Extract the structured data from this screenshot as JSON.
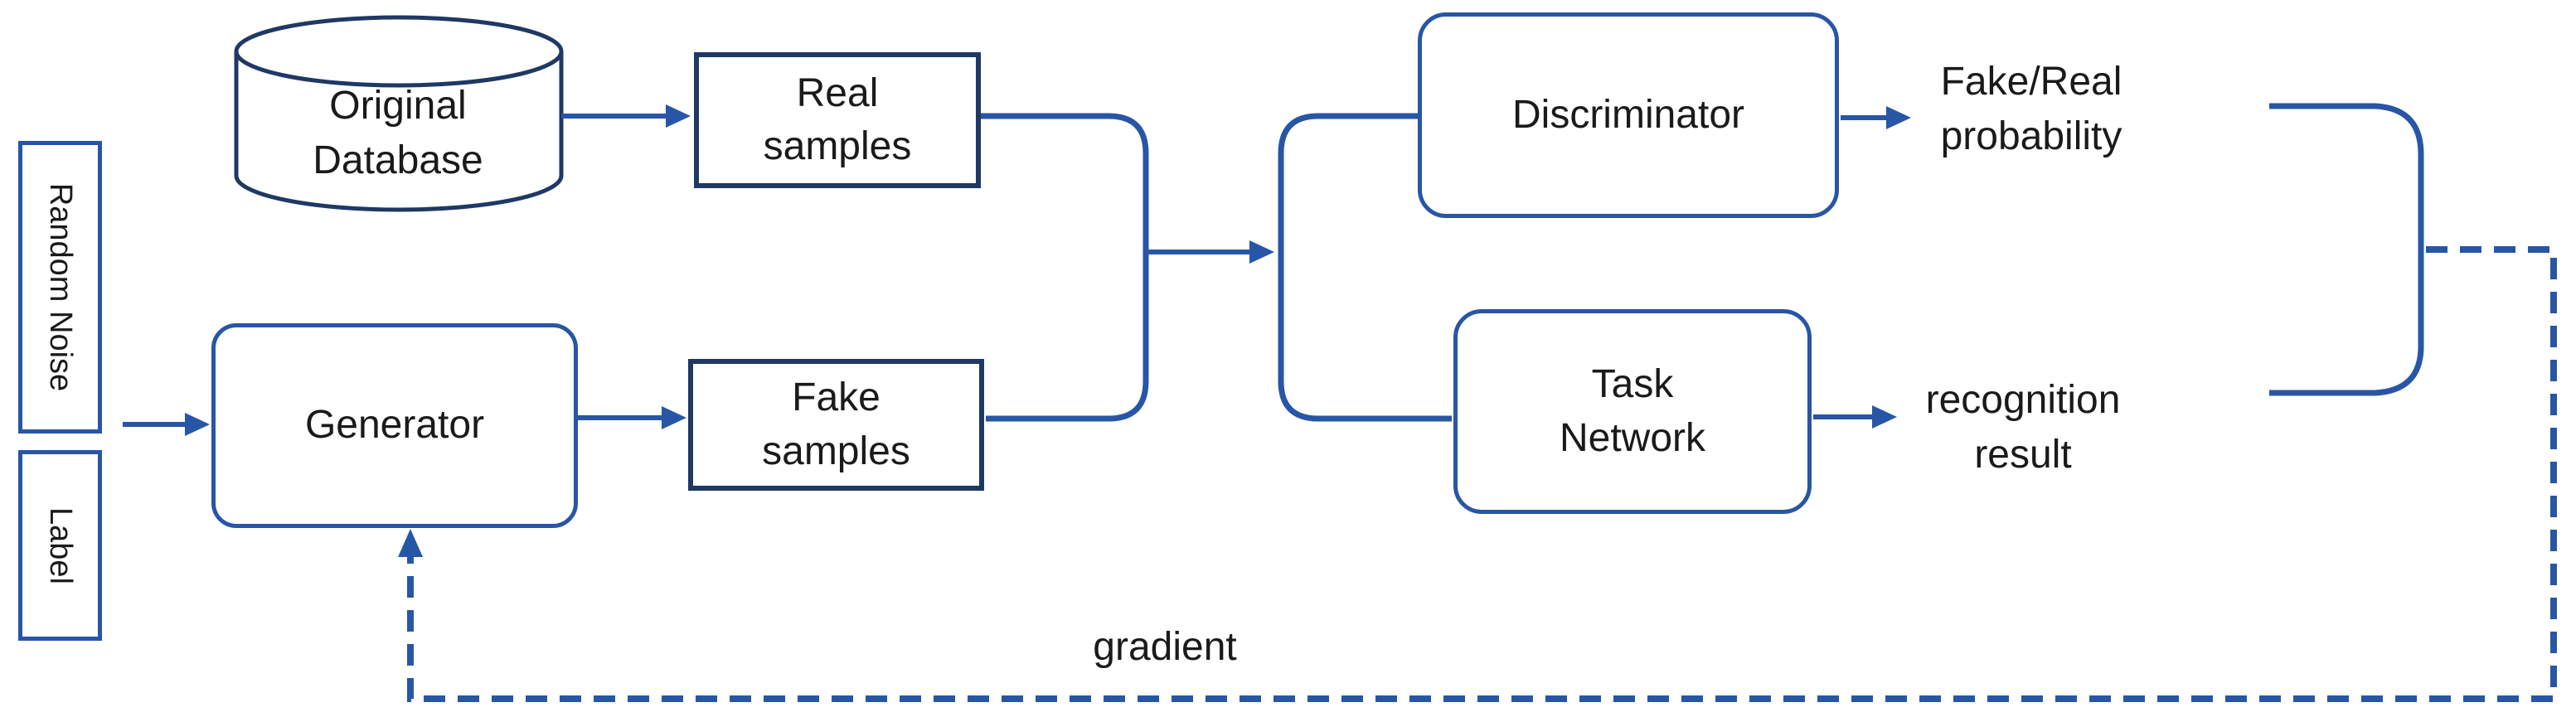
{
  "diagram": {
    "colors": {
      "accent_blue": "#2856A6",
      "dark_navy": "#1F3864",
      "text_black": "#1a1a1a",
      "background": "#ffffff"
    },
    "nodes": {
      "random_noise": {
        "label": "Random Noise"
      },
      "label_input": {
        "label": "Label"
      },
      "original_database": {
        "label": "Original Database"
      },
      "generator": {
        "label": "Generator"
      },
      "real_samples": {
        "label": "Real samples"
      },
      "fake_samples": {
        "label": "Fake samples"
      },
      "discriminator": {
        "label": "Discriminator"
      },
      "task_network": {
        "label": "Task Network"
      },
      "fake_real_probability": {
        "label": "Fake/Real probability"
      },
      "recognition_result": {
        "label": "recognition result"
      },
      "gradient_label": {
        "label": "gradient"
      }
    },
    "edges": [
      {
        "from": "random_noise & label_input",
        "to": "generator",
        "style": "solid",
        "arrow": true
      },
      {
        "from": "original_database",
        "to": "real_samples",
        "style": "solid",
        "arrow": true
      },
      {
        "from": "generator",
        "to": "fake_samples",
        "style": "solid",
        "arrow": true
      },
      {
        "from": "real_samples & fake_samples (merged)",
        "to": "discriminator & task_network (split)",
        "style": "solid",
        "arrow": true
      },
      {
        "from": "discriminator",
        "to": "fake_real_probability",
        "style": "solid",
        "arrow": true
      },
      {
        "from": "task_network",
        "to": "recognition_result",
        "style": "solid",
        "arrow": true
      },
      {
        "from": "fake_real_probability & recognition_result",
        "to": "generator",
        "style": "dashed",
        "arrow": true,
        "label": "gradient"
      }
    ]
  }
}
